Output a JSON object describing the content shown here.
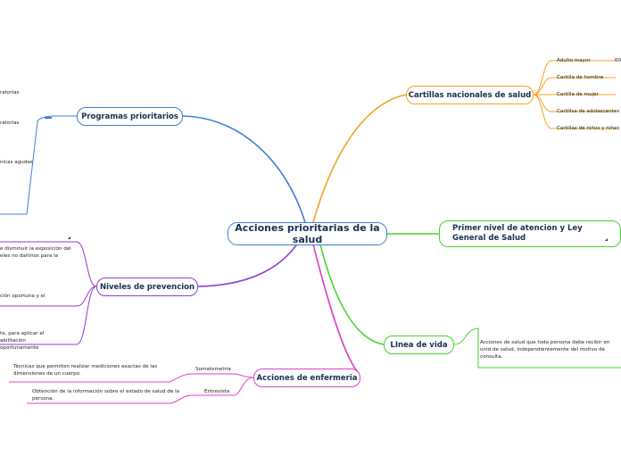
{
  "root": {
    "label": "Acciones prioritarias de la salud"
  },
  "colors": {
    "root": "#3f7fd6",
    "programas": "#3f7fd6",
    "prevencion": "#8a3fd6",
    "enfermeria": "#e040c8",
    "vida": "#43d629",
    "cartillas": "#f5a21e"
  },
  "branches": {
    "cartillas": {
      "label": "Cartillas nacionales de salud",
      "items": [
        "Adulto mayor",
        "Cartilla de hombre",
        "Cartilla de mujer",
        "Cartillsa de adolescentes",
        "Cartillas de niños y niñas"
      ],
      "extra": "60"
    },
    "primer_nivel": {
      "label": "Primer nivel de atencion y Ley General de Salud"
    },
    "linea_vida": {
      "label": "LInea de vida",
      "note": "Acciones de salud que toda persona debe recibir en unid de salud, independientemente del motivo de consulta."
    },
    "enfermeria": {
      "label": "Acciones de enfermeria",
      "items": [
        {
          "label": "Somatometria",
          "note": "Técnicas que permiten realizar mediciones exactas de las dimensiones de un cuerpo."
        },
        {
          "label": "Entrevista",
          "note": "Obtención de la información sobre el estado de salud de la persona."
        }
      ]
    },
    "prevencion": {
      "label": "Niveles de prevencion",
      "notes": [
        "e disminuir la exposición del eles no dañinos para la",
        "ción oportuna y el",
        "te, para aplicar el abilitación oportunamente"
      ]
    },
    "programas": {
      "label": "Programas prioritarios",
      "notes": [
        "ratorias",
        "ratorias",
        "nicas agudas"
      ]
    }
  }
}
